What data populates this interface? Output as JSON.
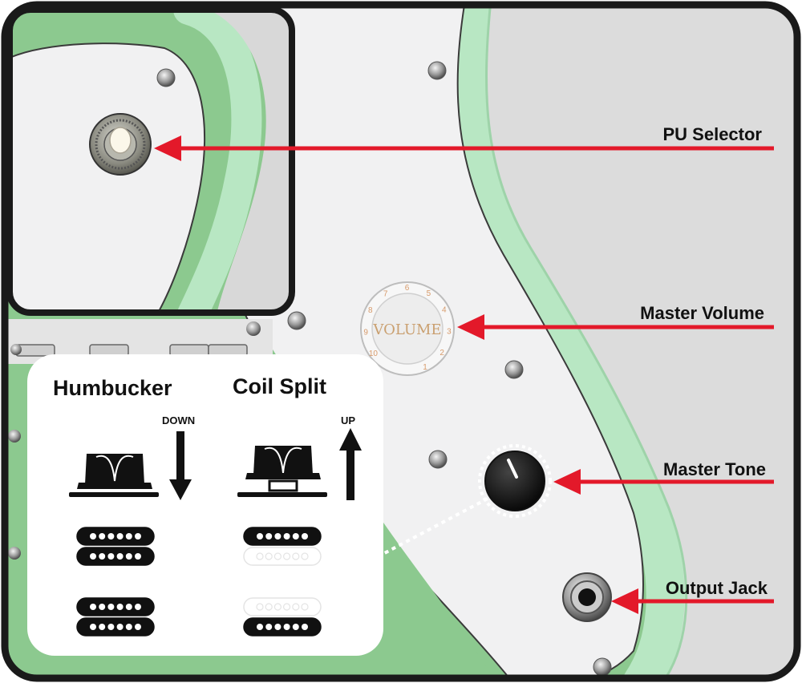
{
  "colors": {
    "body_green": "#8cc98f",
    "binding_green": "#b8e7c3",
    "pickguard": "#f1f1f2",
    "background_gray": "#dcdcdc",
    "arrow_red": "#e3192a",
    "frame": "#1a1a1a"
  },
  "callouts": [
    {
      "id": "pu-selector",
      "label": "PU Selector"
    },
    {
      "id": "master-volume",
      "label": "Master Volume"
    },
    {
      "id": "master-tone",
      "label": "Master Tone"
    },
    {
      "id": "output-jack",
      "label": "Output Jack"
    }
  ],
  "volume_knob": {
    "label": "VOLUME",
    "numbers": [
      "10",
      "9",
      "8",
      "7",
      "6",
      "5",
      "4",
      "3",
      "2",
      "1"
    ]
  },
  "inset": {
    "humbucker": {
      "title": "Humbucker",
      "direction": "DOWN"
    },
    "coil_split": {
      "title": "Coil Split",
      "direction": "UP"
    }
  },
  "icons": [
    "arrow-icon",
    "knob-icon",
    "pickup-icon",
    "switch-icon",
    "screw-icon",
    "jack-icon"
  ]
}
